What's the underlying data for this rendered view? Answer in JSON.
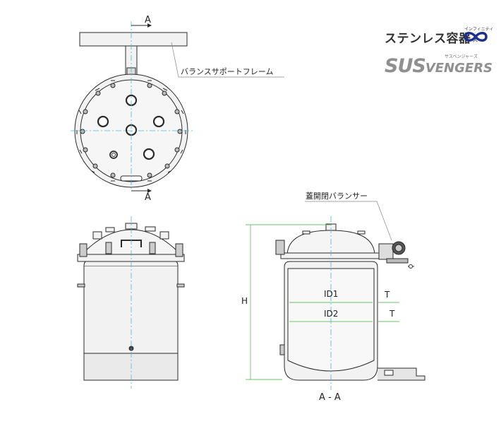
{
  "brand": {
    "title": "ステンレス容器",
    "x_mark": "×",
    "infinity_ruby": "インフィニティ",
    "logo_sus": "SUS",
    "logo_vengers": "VENGERS",
    "logo_ruby": "サスベンジャーズ"
  },
  "labels": {
    "section_a_top": "A",
    "section_a_bottom": "A",
    "balance_support_frame": "バランスサポートフレーム",
    "lid_balancer": "蓋開閉バランサー",
    "id1": "ID1",
    "id2": "ID2",
    "t1": "T",
    "t2": "T",
    "height": "H",
    "section_view": "A - A"
  },
  "colors": {
    "line": "#2b2b2b",
    "fill": "#f2f2f2",
    "centerline": "#4fb3d9",
    "dimension": "#6cc16c"
  }
}
